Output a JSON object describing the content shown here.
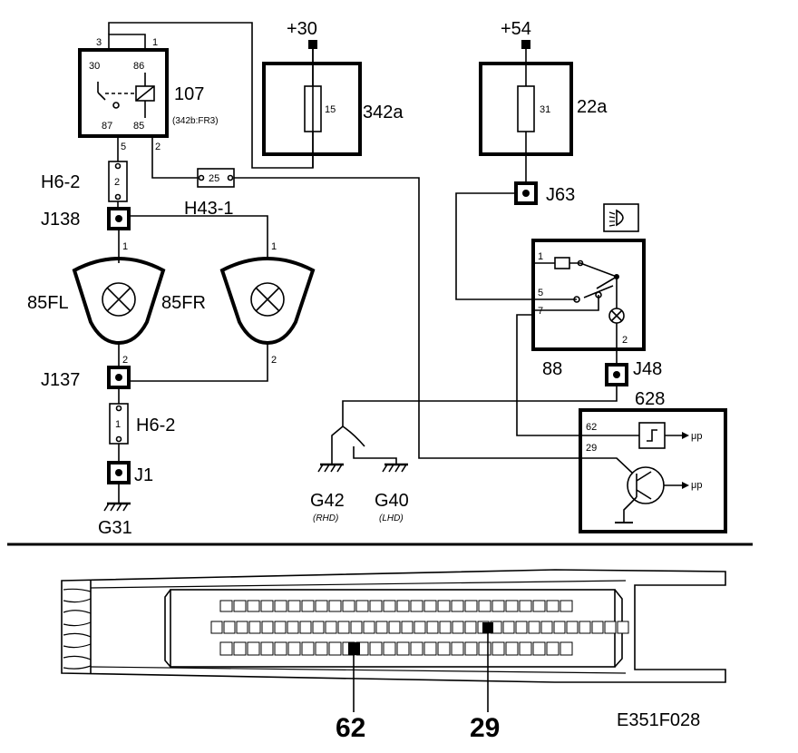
{
  "power": {
    "plus30": "+30",
    "plus54": "+54"
  },
  "relay": {
    "id": "107",
    "ref": "(342b:FR3)",
    "pin_3": "3",
    "pin_1": "1",
    "pin_30": "30",
    "pin_86": "86",
    "pin_87": "87",
    "pin_85": "85",
    "out_5": "5",
    "out_2": "2"
  },
  "fuses": {
    "f15": {
      "id": "342a",
      "num": "15"
    },
    "f31": {
      "id": "22a",
      "num": "31"
    }
  },
  "connectors": {
    "h6_2_top": "H6-2",
    "h6_2_top_pin": "2",
    "h6_2_bottom": "H6-2",
    "h6_2_bottom_pin": "1",
    "h43_1": "H43-1",
    "h43_1_pin": "25"
  },
  "junctions": {
    "j138": "J138",
    "j137": "J137",
    "j1": "J1",
    "j63": "J63",
    "j48": "J48"
  },
  "lamps": {
    "left": "85FL",
    "right": "85FR",
    "left_pin_top": "1",
    "left_pin_bottom": "2",
    "right_pin_top": "1",
    "right_pin_bottom": "2"
  },
  "switch": {
    "id": "88",
    "pin_1": "1",
    "pin_5": "5",
    "pin_7": "7",
    "pin_2": "2"
  },
  "ecu": {
    "id": "628",
    "pin_62": "62",
    "pin_29": "29",
    "mu_top": "μp",
    "mu_bottom": "μp"
  },
  "grounds": {
    "g31": "G31",
    "g42": "G42",
    "g40": "G40",
    "g42_note": "(RHD)",
    "g40_note": "(LHD)"
  },
  "connector_view": {
    "pin_62": "62",
    "pin_29": "29"
  },
  "figure_id": "E351F028"
}
